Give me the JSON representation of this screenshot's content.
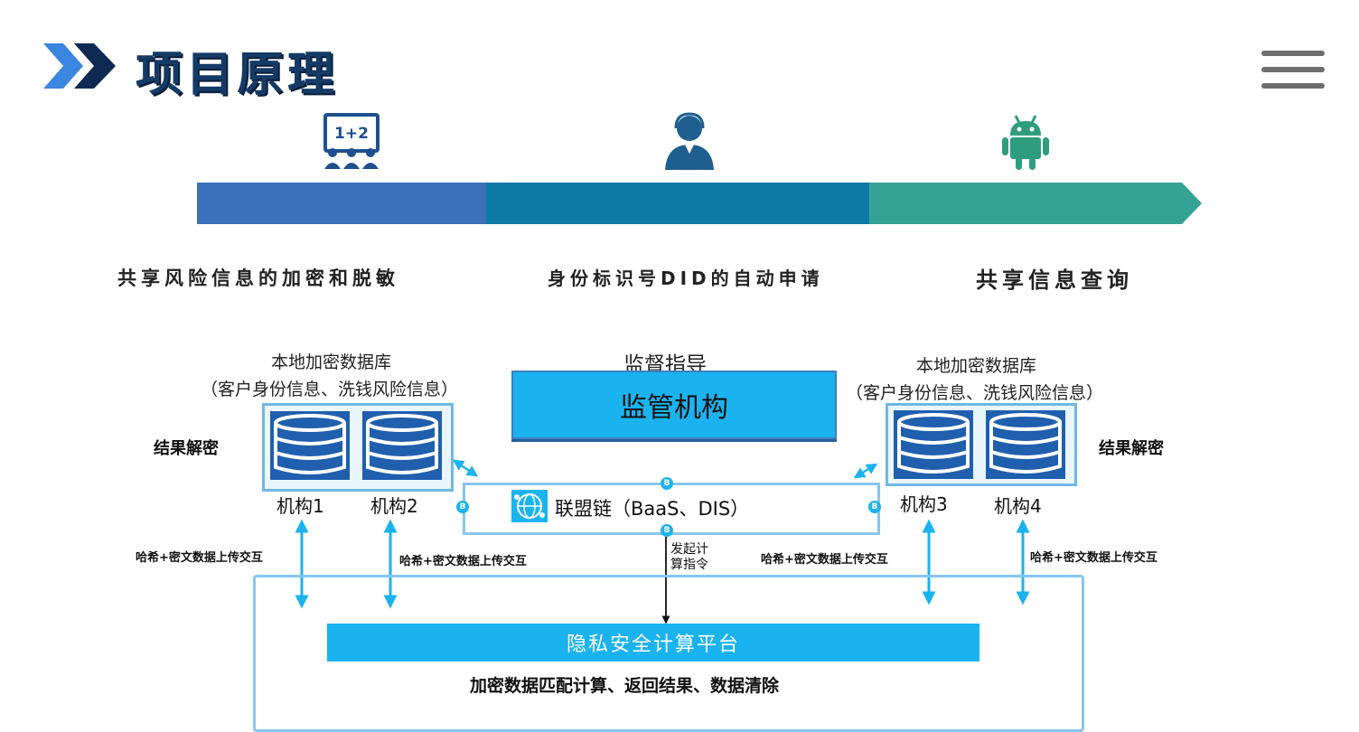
{
  "header": {
    "title": "项目原理",
    "chevrons_icon": "double-chevron-right-icon",
    "menu_icon": "hamburger-menu-icon"
  },
  "colors": {
    "title": "#143a66",
    "chevron_light": "#3a86e0",
    "chevron_dark": "#0e2a52",
    "stage1": "#3a71b9",
    "stage2": "#0d7aa6",
    "stage3": "#34a394",
    "accent_blue": "#1ab3ef",
    "db_blue": "#1f5fae",
    "box_border": "#88c6ee"
  },
  "stages": [
    {
      "icon": "classroom-math-icon",
      "icon_text": "1+2",
      "label": "共享风险信息的加密和脱敏"
    },
    {
      "icon": "person-headset-icon",
      "label": "身份标识号DID的自动申请"
    },
    {
      "icon": "android-robot-icon",
      "label": "共享信息查询"
    }
  ],
  "diagram": {
    "left_db": {
      "caption_line1": "本地加密数据库",
      "caption_line2": "（客户身份信息、洗钱风险信息）",
      "side_label": "结果解密",
      "orgs": [
        "机构1",
        "机构2"
      ]
    },
    "right_db": {
      "caption_line1": "本地加密数据库",
      "caption_line2": "（客户身份信息、洗钱风险信息）",
      "side_label": "结果解密",
      "orgs": [
        "机构3",
        "机构4"
      ]
    },
    "regulator": {
      "caption": "监督指导",
      "label": "监管机构"
    },
    "chain": {
      "icon": "blockchain-network-icon",
      "label": "联盟链（BaaS、DIS）",
      "node_letter": "B"
    },
    "command_label_line1": "发起计",
    "command_label_line2": "算指令",
    "upload_labels": [
      "哈希+密文数据上传交互",
      "哈希+密文数据上传交互",
      "哈希+密文数据上传交互",
      "哈希+密文数据上传交互"
    ],
    "platform": {
      "label": "隐私安全计算平台",
      "description": "加密数据匹配计算、返回结果、数据清除"
    }
  }
}
